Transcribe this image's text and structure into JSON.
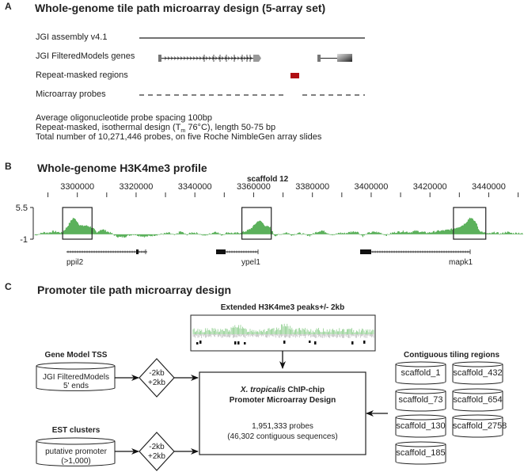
{
  "panel_a": {
    "letter": "A",
    "title": "Whole-genome tile path microarray design (5-array set)",
    "tracks": [
      {
        "label": "JGI assembly v4.1"
      },
      {
        "label": "JGI FilteredModels genes"
      },
      {
        "label": "Repeat-masked regions"
      },
      {
        "label": "Microarray probes"
      }
    ],
    "notes": [
      "Average oligonucleotide probe spacing 100bp",
      "Repeat-masked, isothermal design (T",
      "m",
      " 76°C), length 50-75 bp",
      "Total number of 10,271,446 probes, on five Roche NimbleGen array slides"
    ],
    "colors": {
      "repeat": "#b00e12",
      "gene": "#555555"
    }
  },
  "panel_b": {
    "letter": "B",
    "title": "Whole-genome H3K4me3 profile",
    "scaffold_label": "scaffold 12",
    "y_ticks": [
      "5.5",
      "-1"
    ],
    "genes": [
      {
        "name": "ppil2"
      },
      {
        "name": "ypel1"
      },
      {
        "name": "mapk1"
      }
    ],
    "colors": {
      "signal": "#4aa84a"
    }
  },
  "chart_data": {
    "type": "area",
    "title": "Whole-genome H3K4me3 profile",
    "xlabel": "scaffold 12",
    "ylabel": "",
    "x_ticks": [
      3300000,
      3320000,
      3340000,
      3360000,
      3380000,
      3400000,
      3420000,
      3440000
    ],
    "x_tick_labels": [
      "3300000",
      "3320000",
      "3340000",
      "3360000",
      "3380000",
      "3400000",
      "3420000",
      "3440000"
    ],
    "xlim": [
      3285000,
      3452000
    ],
    "ylim": [
      -1,
      5.5
    ],
    "grid": false,
    "highlighted_peaks": [
      {
        "gene": "ppil2",
        "x_range": [
          3295000,
          3305000
        ],
        "peak_x": 3299500,
        "peak_y": 3.4
      },
      {
        "gene": "ypel1",
        "x_range": [
          3356000,
          3366000
        ],
        "peak_x": 3361500,
        "peak_y": 2.8
      },
      {
        "gene": "mapk1",
        "x_range": [
          3428000,
          3439000
        ],
        "peak_x": 3435000,
        "peak_y": 3.5
      }
    ],
    "series": [
      {
        "name": "H3K4me3",
        "x": [
          3285500,
          3287000,
          3288500,
          3290000,
          3291500,
          3293000,
          3294500,
          3295500,
          3296500,
          3297500,
          3298500,
          3299500,
          3300500,
          3301500,
          3302500,
          3303500,
          3304500,
          3305500,
          3306500,
          3307500,
          3308500,
          3310000,
          3311500,
          3313000,
          3314500,
          3316000,
          3317000,
          3319000,
          3321000,
          3323000,
          3325000,
          3327000,
          3329000,
          3331000,
          3333000,
          3335000,
          3337000,
          3339000,
          3341000,
          3343000,
          3345000,
          3347000,
          3349000,
          3351000,
          3353000,
          3355000,
          3357000,
          3358500,
          3359500,
          3360500,
          3361500,
          3362500,
          3363500,
          3364500,
          3365500,
          3367000,
          3369000,
          3371000,
          3373000,
          3375000,
          3377000,
          3379000,
          3381000,
          3383000,
          3385000,
          3387000,
          3389000,
          3391000,
          3393000,
          3395000,
          3397000,
          3399000,
          3401000,
          3403000,
          3405000,
          3407000,
          3409000,
          3411000,
          3413000,
          3415000,
          3417000,
          3419000,
          3421000,
          3423000,
          3425000,
          3427000,
          3428500,
          3429500,
          3430500,
          3431500,
          3432500,
          3433500,
          3434500,
          3435500,
          3436500,
          3437500,
          3438500,
          3440000,
          3442000,
          3444000,
          3446000,
          3448000,
          3450000,
          3451500
        ],
        "y": [
          -0.2,
          0.1,
          0.4,
          0.3,
          0.6,
          0.5,
          0.3,
          0.9,
          1.6,
          2.6,
          3.4,
          2.9,
          2.0,
          1.7,
          1.8,
          1.7,
          1.5,
          1.1,
          0.2,
          0.9,
          1.0,
          0.6,
          0.2,
          -0.4,
          -0.6,
          -0.5,
          -0.3,
          0.0,
          -0.3,
          -0.5,
          -0.3,
          -0.1,
          0.1,
          0.3,
          -0.2,
          0.6,
          -0.1,
          0.4,
          0.2,
          -0.3,
          0.1,
          0.6,
          -0.2,
          0.4,
          0.2,
          0.3,
          0.6,
          1.0,
          1.5,
          2.2,
          2.8,
          2.6,
          1.9,
          1.6,
          1.4,
          -0.3,
          0.0,
          0.4,
          -0.2,
          0.3,
          0.0,
          -0.3,
          0.4,
          0.8,
          0.3,
          -0.2,
          0.3,
          0.2,
          0.5,
          0.6,
          -0.4,
          0.3,
          0.5,
          0.3,
          -0.2,
          0.3,
          0.5,
          0.6,
          0.4,
          0.7,
          0.5,
          0.3,
          0.5,
          0.7,
          0.8,
          1.0,
          1.3,
          1.5,
          1.7,
          2.1,
          2.7,
          3.5,
          3.0,
          2.5,
          0.9,
          0.5,
          0.3,
          0.1,
          0.4,
          0.1,
          0.5,
          0.2,
          0.3,
          0.1
        ]
      }
    ]
  },
  "panel_c": {
    "letter": "C",
    "title": "Promoter tile path microarray design",
    "peaks_box_title": "Extended H3K4me3 peaks+/- 2kb",
    "gene_model": {
      "heading": "Gene Model TSS",
      "db_line1": "JGI FilteredModels",
      "db_line2": "5' ends"
    },
    "est": {
      "heading": "EST clusters",
      "db_line1": "putative promoter",
      "db_line2": "(>1,000)"
    },
    "diamond": {
      "line1": "-2kb",
      "line2": "+2kb"
    },
    "main_box": {
      "species": "X. tropicalis",
      "title_rest": " ChIP-chip",
      "line2": "Promoter Microarray Design",
      "probes": "1,951,333 probes",
      "sequences": "(46,302 contiguous sequences)"
    },
    "tiling": {
      "heading": "Contiguous tiling regions",
      "scaffolds": [
        "scaffold_1",
        "scaffold_432",
        "scaffold_73",
        "scaffold_654",
        "scaffold_130",
        "scaffold_2758",
        "scaffold_185"
      ]
    }
  }
}
